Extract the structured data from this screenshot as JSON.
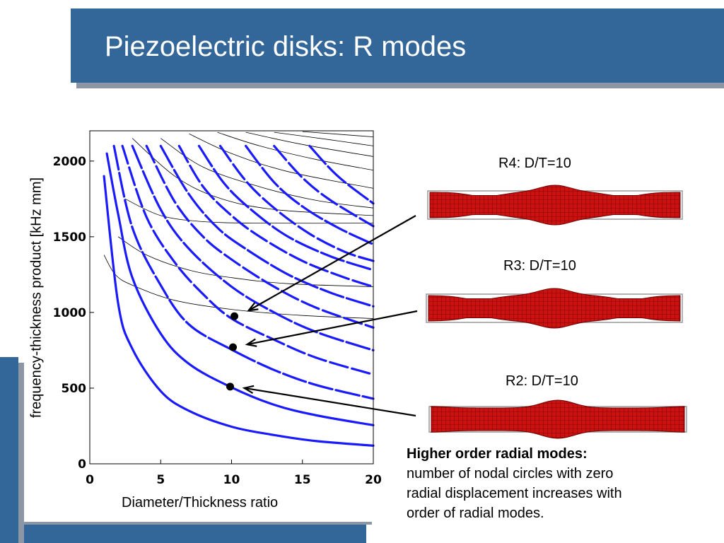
{
  "slide": {
    "title": "Piezoelectric disks: R modes",
    "description_heading": "Higher order radial modes:",
    "description_lines": [
      "number of nodal circles with zero",
      "radial displacement increases with",
      "order of radial modes."
    ]
  },
  "modes": [
    {
      "label": "R4: D/T=10"
    },
    {
      "label": "R3: D/T=10"
    },
    {
      "label": "R2: D/T=10"
    }
  ],
  "colors": {
    "title_bar": "#336699",
    "mode_curve": "#1a1aff",
    "mesh": "#cc1111"
  },
  "chart_data": {
    "type": "line",
    "xlabel": "Diameter/Thickness ratio",
    "ylabel": "frequency-thickness product [kHz mm]",
    "xlim": [
      0,
      20
    ],
    "ylim": [
      0,
      2200
    ],
    "xticks": [
      "0",
      "5",
      "10",
      "15",
      "20"
    ],
    "yticks": [
      "0",
      "500",
      "1000",
      "1500",
      "2000"
    ],
    "series": [
      {
        "x": [
          1.0,
          2,
          3,
          5,
          7,
          10,
          13,
          16,
          20
        ],
        "values": [
          1900,
          1060,
          760,
          480,
          350,
          245,
          190,
          150,
          120
        ]
      },
      {
        "x": [
          1.2,
          2,
          3,
          5,
          7,
          10,
          13,
          16,
          20
        ],
        "values": [
          2050,
          1650,
          1230,
          860,
          660,
          505,
          390,
          320,
          255
        ]
      },
      {
        "x": [
          1.7,
          3,
          5,
          7,
          10,
          13,
          16,
          20
        ],
        "values": [
          2100,
          1560,
          1180,
          920,
          755,
          620,
          520,
          430
        ]
      },
      {
        "x": [
          2.3,
          4,
          6,
          8,
          10,
          13,
          16,
          20
        ],
        "values": [
          2100,
          1630,
          1330,
          1120,
          960,
          820,
          700,
          590
        ]
      },
      {
        "x": [
          3.0,
          5,
          7,
          10,
          13,
          16,
          20
        ],
        "values": [
          2100,
          1680,
          1420,
          1170,
          1000,
          870,
          750
        ]
      },
      {
        "x": [
          4.0,
          6,
          8,
          10,
          13,
          16,
          20
        ],
        "values": [
          2100,
          1730,
          1500,
          1350,
          1170,
          1030,
          900
        ]
      },
      {
        "x": [
          5.0,
          7,
          9,
          11,
          14,
          17,
          20
        ],
        "values": [
          2100,
          1780,
          1560,
          1420,
          1250,
          1130,
          1040
        ]
      },
      {
        "x": [
          6.3,
          8,
          10,
          12,
          15,
          18,
          20
        ],
        "values": [
          2100,
          1830,
          1640,
          1500,
          1340,
          1230,
          1170
        ]
      },
      {
        "x": [
          7.7,
          9.5,
          11.5,
          14,
          17,
          20
        ],
        "values": [
          2100,
          1850,
          1670,
          1500,
          1370,
          1280
        ]
      },
      {
        "x": [
          9.2,
          11,
          13,
          15.5,
          18,
          20
        ],
        "values": [
          2100,
          1870,
          1690,
          1520,
          1400,
          1340
        ]
      },
      {
        "x": [
          11.0,
          13,
          15,
          17.5,
          20
        ],
        "values": [
          2100,
          1860,
          1700,
          1560,
          1450
        ]
      },
      {
        "x": [
          13.0,
          15,
          17,
          20
        ],
        "values": [
          2100,
          1890,
          1740,
          1570
        ]
      },
      {
        "x": [
          15.5,
          17.5,
          20
        ],
        "values": [
          2100,
          1900,
          1720
        ]
      }
    ],
    "annotations": [
      {
        "x": 10.2,
        "y": 975
      },
      {
        "x": 10.1,
        "y": 770
      },
      {
        "x": 9.9,
        "y": 510
      }
    ]
  }
}
